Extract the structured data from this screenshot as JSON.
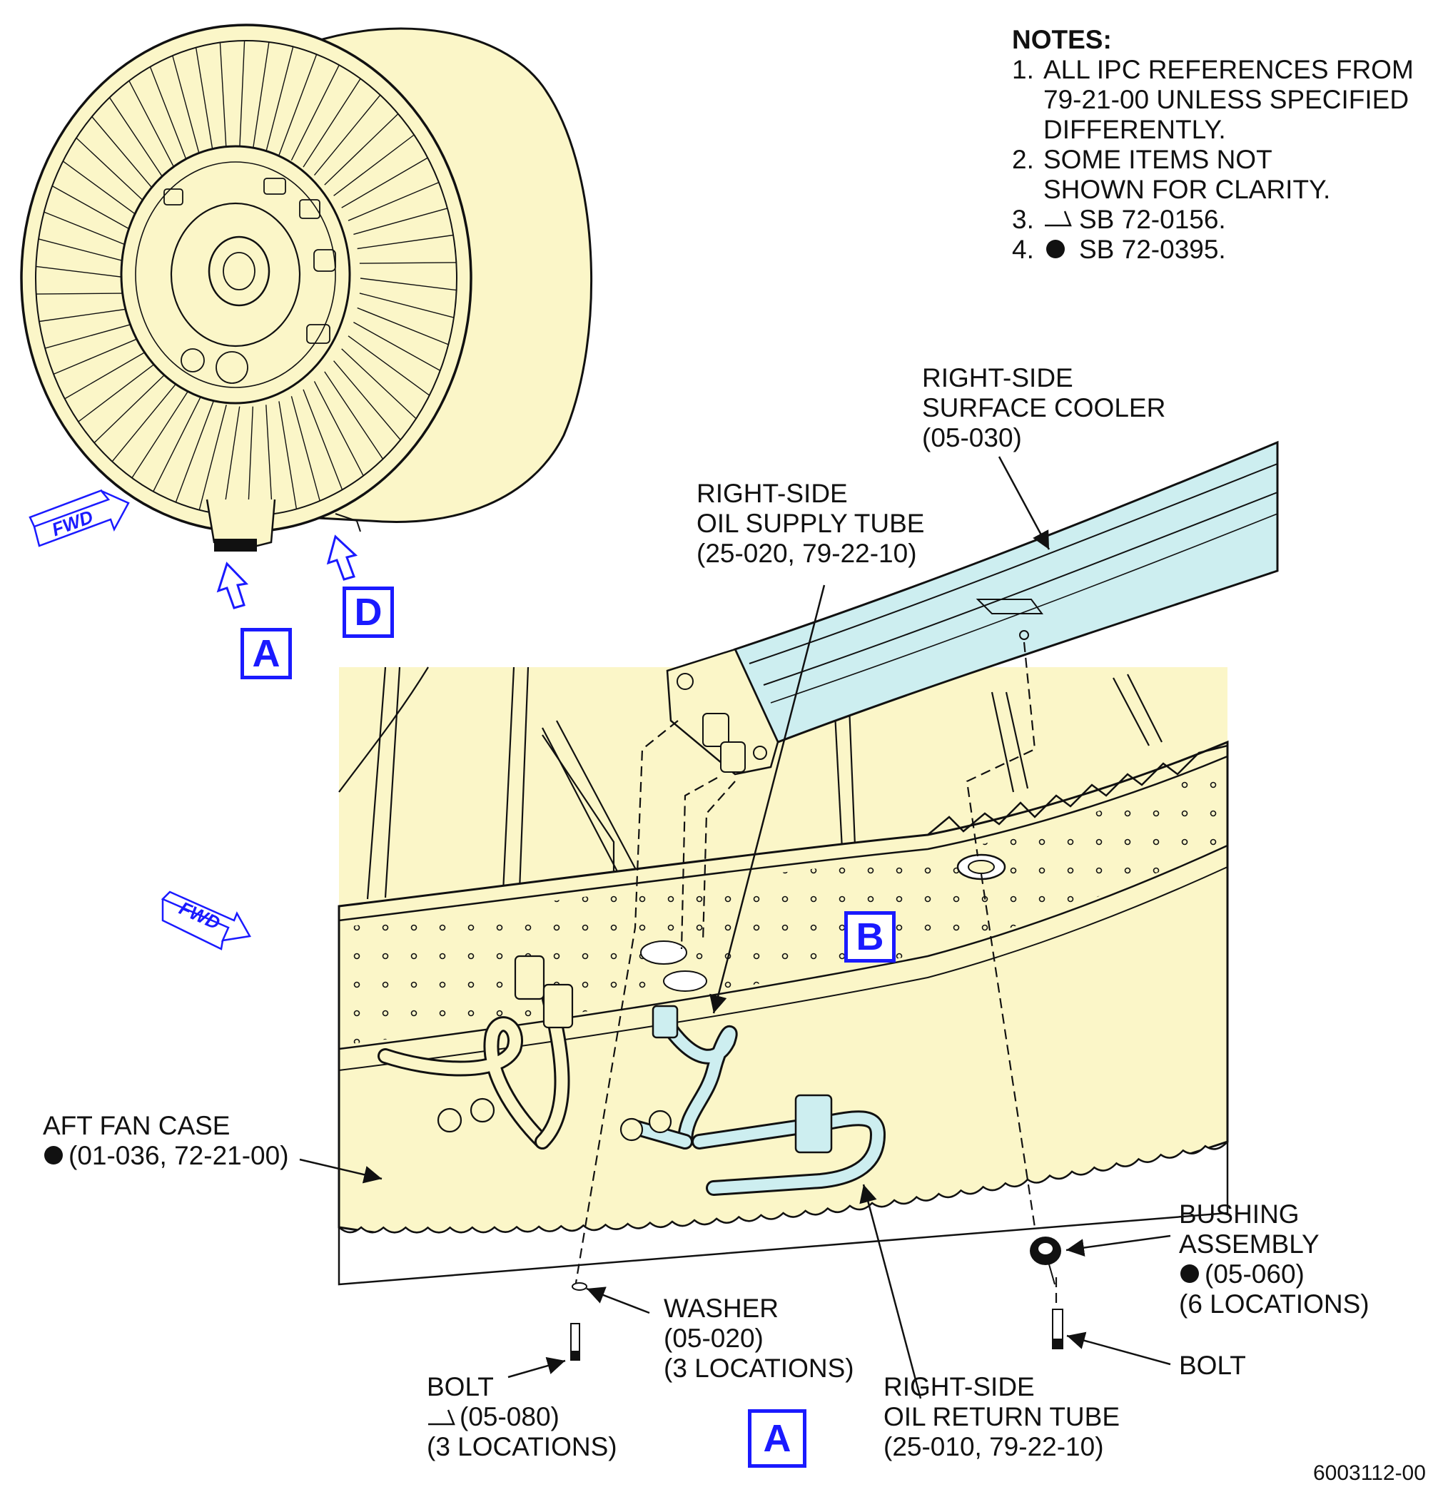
{
  "notes": {
    "title": "NOTES:",
    "items": [
      {
        "num": "1.",
        "lines": [
          "ALL IPC REFERENCES FROM",
          "79-21-00 UNLESS SPECIFIED",
          "DIFFERENTLY."
        ]
      },
      {
        "num": "2.",
        "lines": [
          "SOME ITEMS NOT",
          "SHOWN FOR CLARITY."
        ]
      },
      {
        "num": "3.",
        "symbol": "service-bulletin-triangle",
        "text": "SB 72-0156."
      },
      {
        "num": "4.",
        "symbol": "service-bulletin-dot",
        "text": "SB 72-0395."
      }
    ]
  },
  "labels": {
    "surface_cooler": [
      "RIGHT-SIDE",
      "SURFACE COOLER",
      "(05-030)"
    ],
    "oil_supply_tube": [
      "RIGHT-SIDE",
      "OIL SUPPLY TUBE",
      "(25-020, 79-22-10)"
    ],
    "aft_fan_case": [
      "AFT FAN CASE",
      "(01-036, 72-21-00)"
    ],
    "washer": [
      "WASHER",
      "(05-020)",
      "(3 LOCATIONS)"
    ],
    "bolt_left": [
      "BOLT",
      "(05-080)",
      "(3 LOCATIONS)"
    ],
    "oil_return_tube": [
      "RIGHT-SIDE",
      "OIL RETURN TUBE",
      "(25-010, 79-22-10)"
    ],
    "bushing": [
      "BUSHING",
      "ASSEMBLY",
      "(05-060)",
      "(6 LOCATIONS)"
    ],
    "bolt_right": "BOLT"
  },
  "refs": {
    "view_a": "A",
    "view_d": "D",
    "view_b": "B",
    "view_a_title": "A"
  },
  "fwd_label": "FWD",
  "drawing_number": "6003112-00",
  "colors": {
    "part_fill": "#fbf6c8",
    "highlight_fill": "#cdeef0",
    "ref_blue": "#1a1aff",
    "line": "#111111"
  }
}
